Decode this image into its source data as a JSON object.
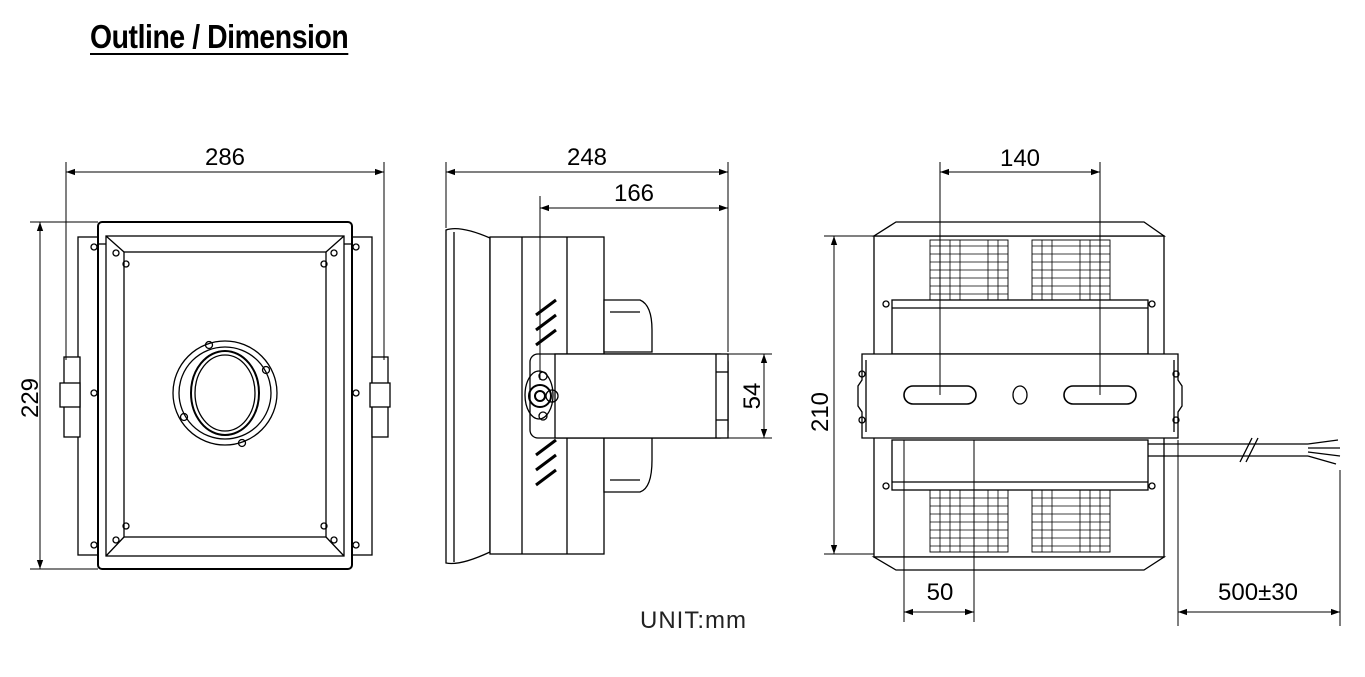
{
  "title": "Outline / Dimension",
  "unit": "UNIT:mm",
  "dimensions": {
    "front_width": "286",
    "front_height": "229",
    "side_length": "248",
    "side_bracket_length": "166",
    "side_bracket_height": "54",
    "top_slot_spacing": "140",
    "top_height": "210",
    "top_fin_offset": "50",
    "cable_length": "500±30"
  }
}
